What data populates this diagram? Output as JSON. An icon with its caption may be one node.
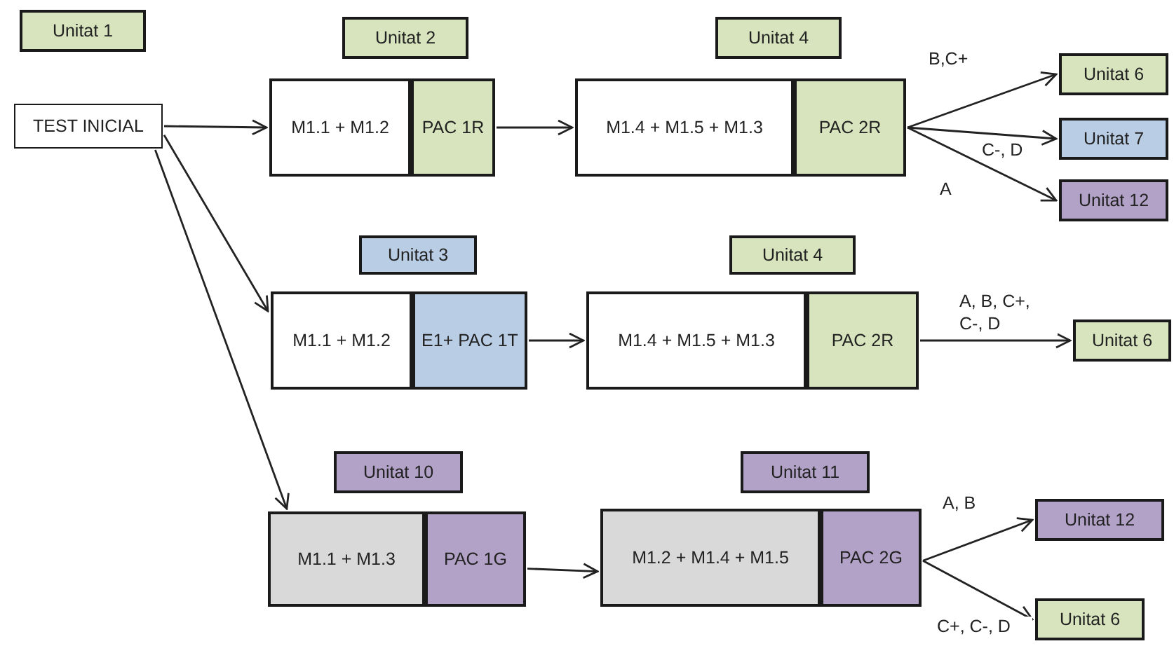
{
  "diagram": {
    "nodes": [
      {
        "text": [
          "Unitat 1"
        ]
      },
      {
        "text": [
          "Unitat 2"
        ]
      },
      {
        "text": [
          "Unitat 4"
        ]
      },
      {
        "text": [
          "TEST INICIAL"
        ]
      },
      {
        "text": [
          "M1.1 + M1.2"
        ]
      },
      {
        "text": [
          "PAC 1R"
        ]
      },
      {
        "text": [
          "M1.4 + M1.5 + M1.3"
        ]
      },
      {
        "text": [
          "PAC 2R"
        ]
      },
      {
        "text": [
          "Unitat 6"
        ]
      },
      {
        "text": [
          "Unitat 7"
        ]
      },
      {
        "text": [
          "Unitat 12"
        ]
      },
      {
        "text": [
          "Unitat 3"
        ]
      },
      {
        "text": [
          "Unitat 4"
        ]
      },
      {
        "text": [
          "M1.1 + M1.2"
        ]
      },
      {
        "text": [
          "E1+ PAC 1T"
        ]
      },
      {
        "text": [
          "M1.4 + M1.5 + M1.3"
        ]
      },
      {
        "text": [
          "PAC 2R"
        ]
      },
      {
        "text": [
          "Unitat 6"
        ]
      },
      {
        "text": [
          "Unitat 10"
        ]
      },
      {
        "text": [
          "Unitat 11"
        ]
      },
      {
        "text": [
          "M1.1 + M1.3"
        ]
      },
      {
        "text": [
          "PAC 1G"
        ]
      },
      {
        "text": [
          "M1.2 + M1.4 + M1.5"
        ]
      },
      {
        "text": [
          "PAC 2G"
        ]
      },
      {
        "text": [
          "Unitat 12"
        ]
      },
      {
        "text": [
          "Unitat 6"
        ]
      }
    ],
    "edges": [
      {
        "from": 3,
        "to": 4,
        "arrow": "to"
      },
      {
        "from": 3,
        "to": 13,
        "arrow": "to"
      },
      {
        "from": 3,
        "to": 20,
        "arrow": "to"
      },
      {
        "from": 5,
        "to": 6,
        "arrow": "to"
      },
      {
        "from": 7,
        "to": 8,
        "arrow": "to",
        "label": "B,C+"
      },
      {
        "from": 7,
        "to": 9,
        "arrow": "to",
        "label": "C-, D"
      },
      {
        "from": 7,
        "to": 10,
        "arrow": "to",
        "label": "A"
      },
      {
        "from": 14,
        "to": 15,
        "arrow": "to"
      },
      {
        "from": 16,
        "to": 17,
        "arrow": "to",
        "label": "A, B, C+, C-, D"
      },
      {
        "from": 21,
        "to": 22,
        "arrow": "to"
      },
      {
        "from": 23,
        "to": 24,
        "arrow": "to",
        "label": "A, B"
      },
      {
        "from": 23,
        "to": 25,
        "arrow": "to",
        "label": "C+, C-, D"
      }
    ]
  }
}
